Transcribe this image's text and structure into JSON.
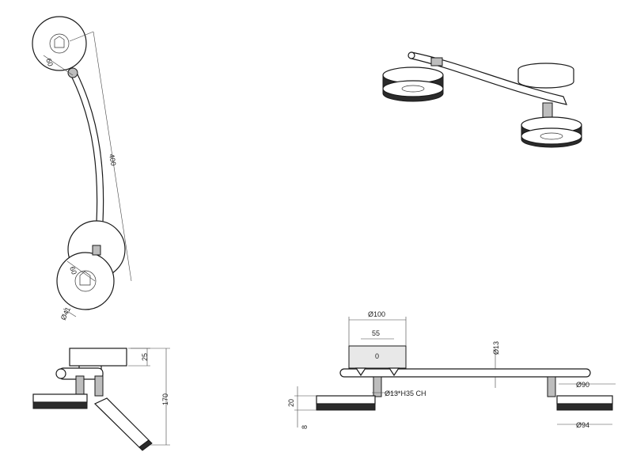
{
  "labels": {
    "top_ring_dia": "60",
    "arm_length": "400",
    "lower_ring_dia": "60",
    "hole_dia": "Ø41",
    "canopy_height": "25",
    "total_height": "170",
    "canopy_dia": "Ø100",
    "fix_spacing": "55",
    "canopy_mark": "0",
    "tube_dia": "Ø13",
    "joint_spec": "Ø13*H35 CH",
    "head_height": "20",
    "head_thickness": "8",
    "head_inner_dia": "Ø90",
    "head_outer_dia": "Ø94"
  }
}
